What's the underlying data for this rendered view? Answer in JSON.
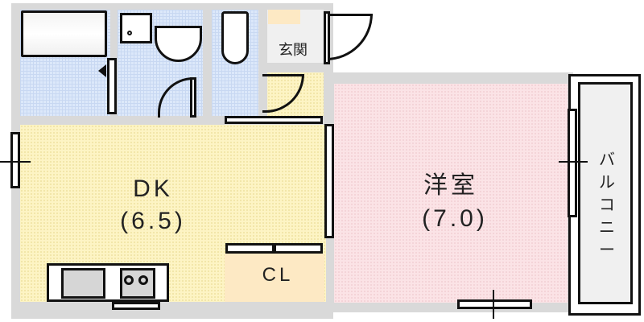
{
  "floorplan": {
    "rooms": {
      "dk": {
        "name": "DK",
        "size": "(6.5)"
      },
      "western_room": {
        "name": "洋室",
        "size": "(7.0)"
      },
      "closet": {
        "name": "CL"
      },
      "entrance": {
        "name": "玄関"
      },
      "balcony": {
        "name": "バルコニー"
      }
    },
    "colors": {
      "wet_area": "#dce8fa",
      "dk_floor": "#fdf4c4",
      "western_floor": "#fbe3e6",
      "closet_floor": "#fde9c4",
      "wall": "#d9d9d9",
      "balcony": "#f0f0f0"
    }
  }
}
